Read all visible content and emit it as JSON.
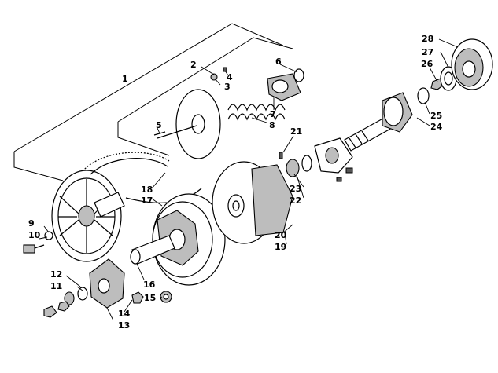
{
  "callouts": [
    {
      "id": "1",
      "text": "1"
    },
    {
      "id": "2",
      "text": "2"
    },
    {
      "id": "3",
      "text": "3"
    },
    {
      "id": "4",
      "text": "4"
    },
    {
      "id": "5",
      "text": "5"
    },
    {
      "id": "6",
      "text": "6"
    },
    {
      "id": "7",
      "text": "7"
    },
    {
      "id": "8",
      "text": "8"
    },
    {
      "id": "9",
      "text": "9"
    },
    {
      "id": "10",
      "text": "10"
    },
    {
      "id": "11",
      "text": "11"
    },
    {
      "id": "12",
      "text": "12"
    },
    {
      "id": "13",
      "text": "13"
    },
    {
      "id": "14",
      "text": "14"
    },
    {
      "id": "15",
      "text": "15"
    },
    {
      "id": "16",
      "text": "16"
    },
    {
      "id": "17",
      "text": "17"
    },
    {
      "id": "18",
      "text": "18"
    },
    {
      "id": "19",
      "text": "19"
    },
    {
      "id": "20",
      "text": "20"
    },
    {
      "id": "21",
      "text": "21"
    },
    {
      "id": "22",
      "text": "22"
    },
    {
      "id": "23",
      "text": "23"
    },
    {
      "id": "24",
      "text": "24"
    },
    {
      "id": "25",
      "text": "25"
    },
    {
      "id": "26",
      "text": "26"
    },
    {
      "id": "27",
      "text": "27"
    },
    {
      "id": "28",
      "text": "28"
    }
  ],
  "colors": {
    "line": "#000000",
    "background": "#ffffff",
    "shade": "#bdbdbd"
  }
}
